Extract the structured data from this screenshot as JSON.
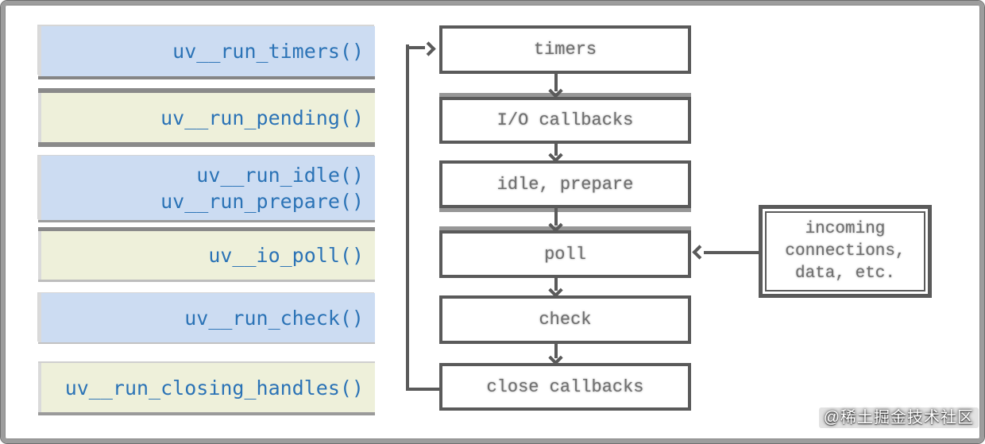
{
  "left_functions": [
    {
      "lines": [
        "uv__run_timers()"
      ]
    },
    {
      "lines": [
        "uv__run_pending()"
      ]
    },
    {
      "lines": [
        "uv__run_idle()",
        "uv__run_prepare()"
      ]
    },
    {
      "lines": [
        "uv__io_poll()"
      ]
    },
    {
      "lines": [
        "uv__run_check()"
      ]
    },
    {
      "lines": [
        "uv__run_closing_handles()"
      ]
    }
  ],
  "flow_phases": [
    {
      "label": "timers"
    },
    {
      "label": "I/O callbacks"
    },
    {
      "label": "idle, prepare"
    },
    {
      "label": "poll"
    },
    {
      "label": "check"
    },
    {
      "label": "close callbacks"
    }
  ],
  "side_box": {
    "lines": [
      "incoming",
      "connections,",
      "data, etc."
    ]
  },
  "watermark": {
    "text": "@稀土掘金技术社区"
  },
  "colors": {
    "function_box_blue": "#ccdcf2",
    "function_box_cream": "#eef0da",
    "function_text_blue": "#2b73b6",
    "flow_border_gray": "#5a5a5a",
    "flow_text_gray": "#707070",
    "frame_gray": "#9d9d9d"
  }
}
